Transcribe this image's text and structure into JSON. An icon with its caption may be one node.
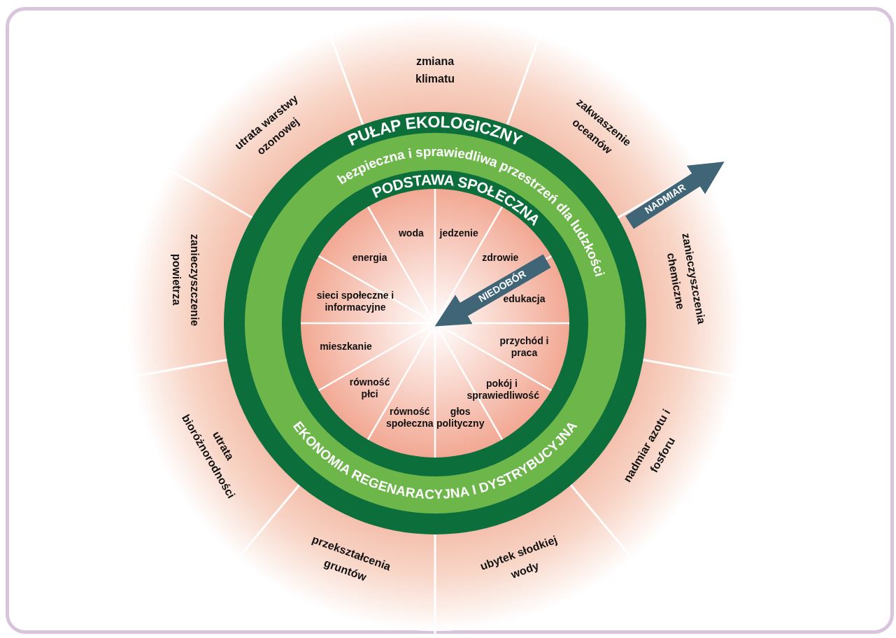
{
  "diagram": {
    "labels": [
      "zmiana klimatu",
      "zakwaszenie oceanów",
      "zanieczyszczenia chemiczne",
      "nadmiar azotu i fosforu",
      "ubytek słodkiej wody",
      "przekształcenia gruntów",
      "utrata bioróżnorodności",
      "zanieczyszczenie powietrza",
      "utrata warstwy ozonowej",
      "PUŁAP EKOLOGICZNY",
      "bezpieczna i sprawiedliwa przestrzeń dla ludzkości",
      "PODSTAWA SPOŁECZNA",
      "EKONOMIA REGENARACYJNA I DYSTRYBUCYJNA",
      "NADMIAR",
      "NIEDOBÓR",
      "jedzenie",
      "zdrowie",
      "edukacja",
      "przychód i praca",
      "pokój i sprawiedliwość",
      "głos polityczny",
      "równość społeczna",
      "równość płci",
      "mieszkanie",
      "sieci społeczne i informacyjne",
      "energia",
      "woda"
    ]
  }
}
